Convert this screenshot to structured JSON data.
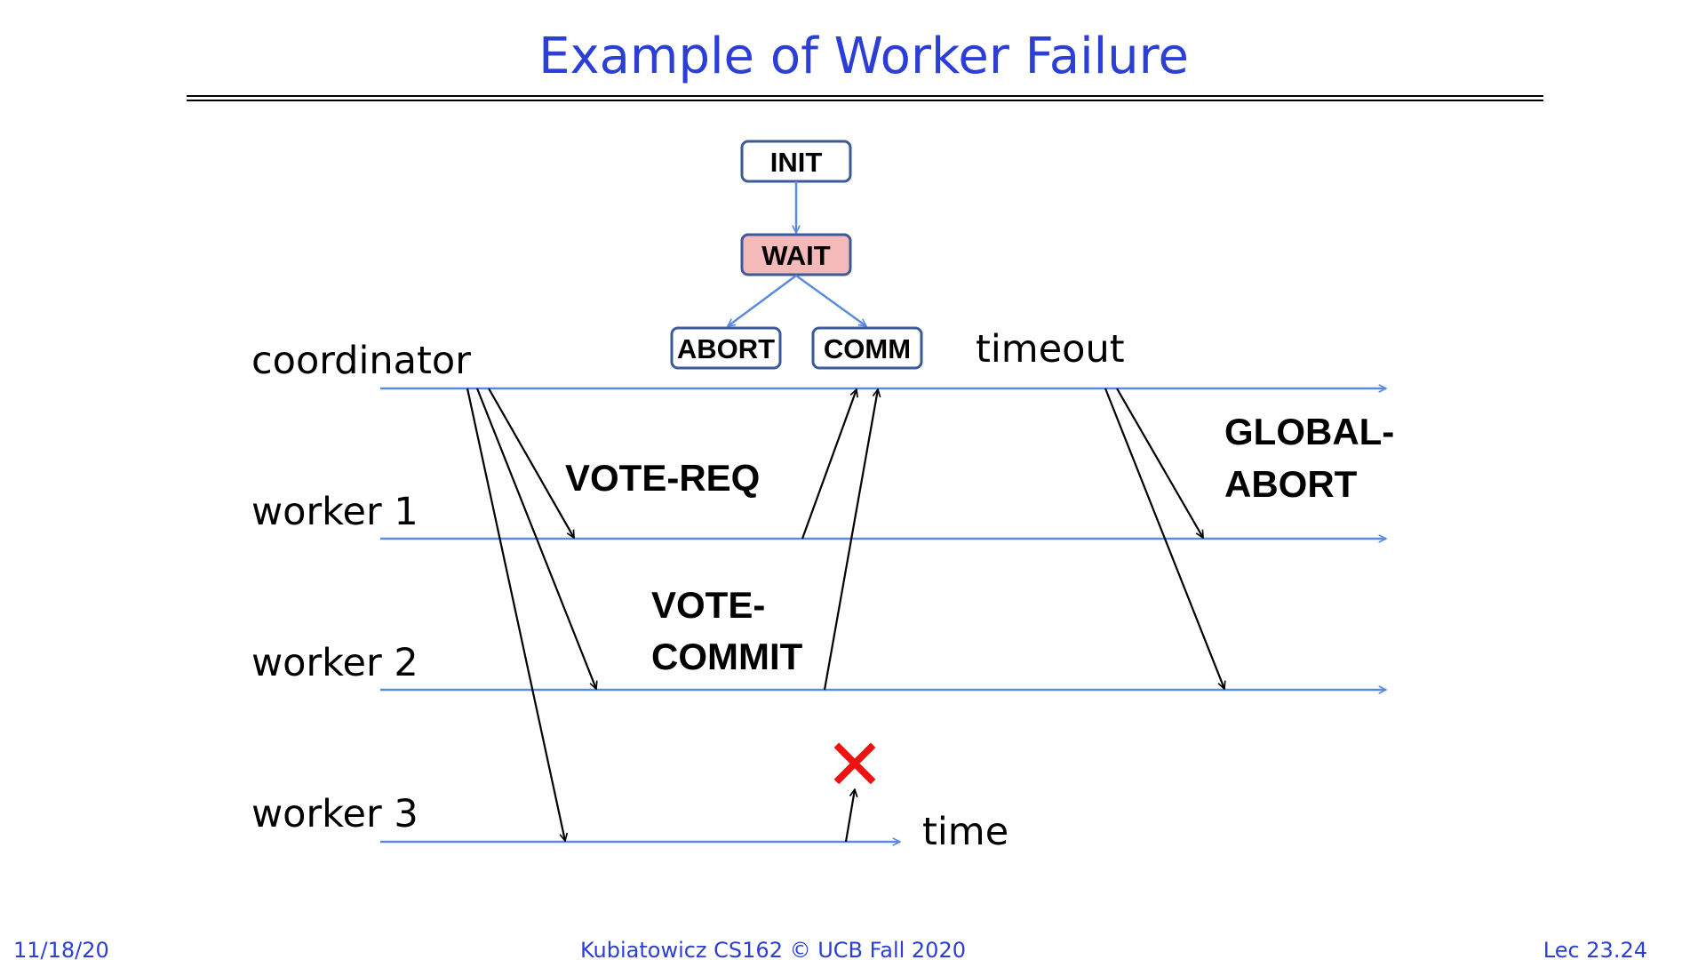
{
  "slide": {
    "title": "Example of Worker Failure"
  },
  "lanes": [
    {
      "id": "coordinator",
      "label": "coordinator"
    },
    {
      "id": "worker1",
      "label": "worker 1"
    },
    {
      "id": "worker2",
      "label": "worker 2"
    },
    {
      "id": "worker3",
      "label": "worker 3"
    }
  ],
  "state_machine": {
    "states": [
      "INIT",
      "WAIT",
      "ABORT",
      "COMM"
    ],
    "current_state": "WAIT",
    "highlight_color": "#f4b9b9"
  },
  "messages": {
    "vote_req": "VOTE-REQ",
    "vote_commit_line1": "VOTE-",
    "vote_commit_line2": "COMMIT",
    "timeout": "timeout",
    "global_abort_line1": "GLOBAL-",
    "global_abort_line2": "ABORT",
    "time": "time"
  },
  "failure": {
    "symbol": "✕",
    "color": "#ee1111"
  },
  "colors": {
    "title": "#2b3fd6",
    "lane": "#5b8be0",
    "state_border": "#3c5a99",
    "arrow": "#000000"
  },
  "footer": {
    "date": "11/18/20",
    "course": "Kubiatowicz CS162 © UCB Fall 2020",
    "lecture": "Lec 23.24"
  }
}
